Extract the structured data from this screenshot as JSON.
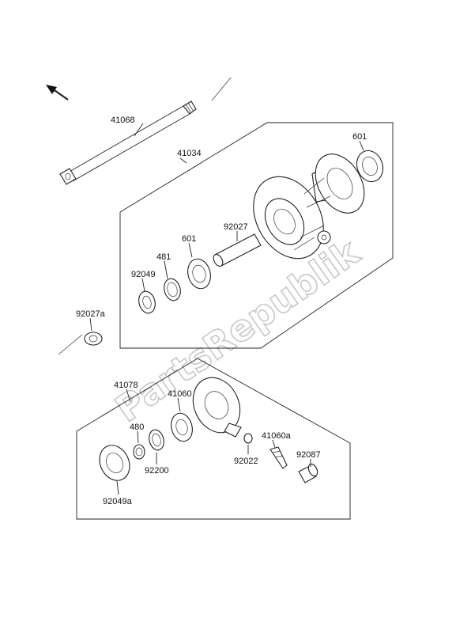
{
  "watermark": "PartsRepublik",
  "labels": {
    "p41068": "41068",
    "p41034": "41034",
    "p601a": "601",
    "p92027": "92027",
    "p601b": "601",
    "p481": "481",
    "p92049": "92049",
    "p92027a": "92027a",
    "p41078": "41078",
    "p41060": "41060",
    "p480": "480",
    "p92200": "92200",
    "p92022": "92022",
    "p41060a": "41060a",
    "p92087": "92087",
    "p92049a": "92049a"
  }
}
